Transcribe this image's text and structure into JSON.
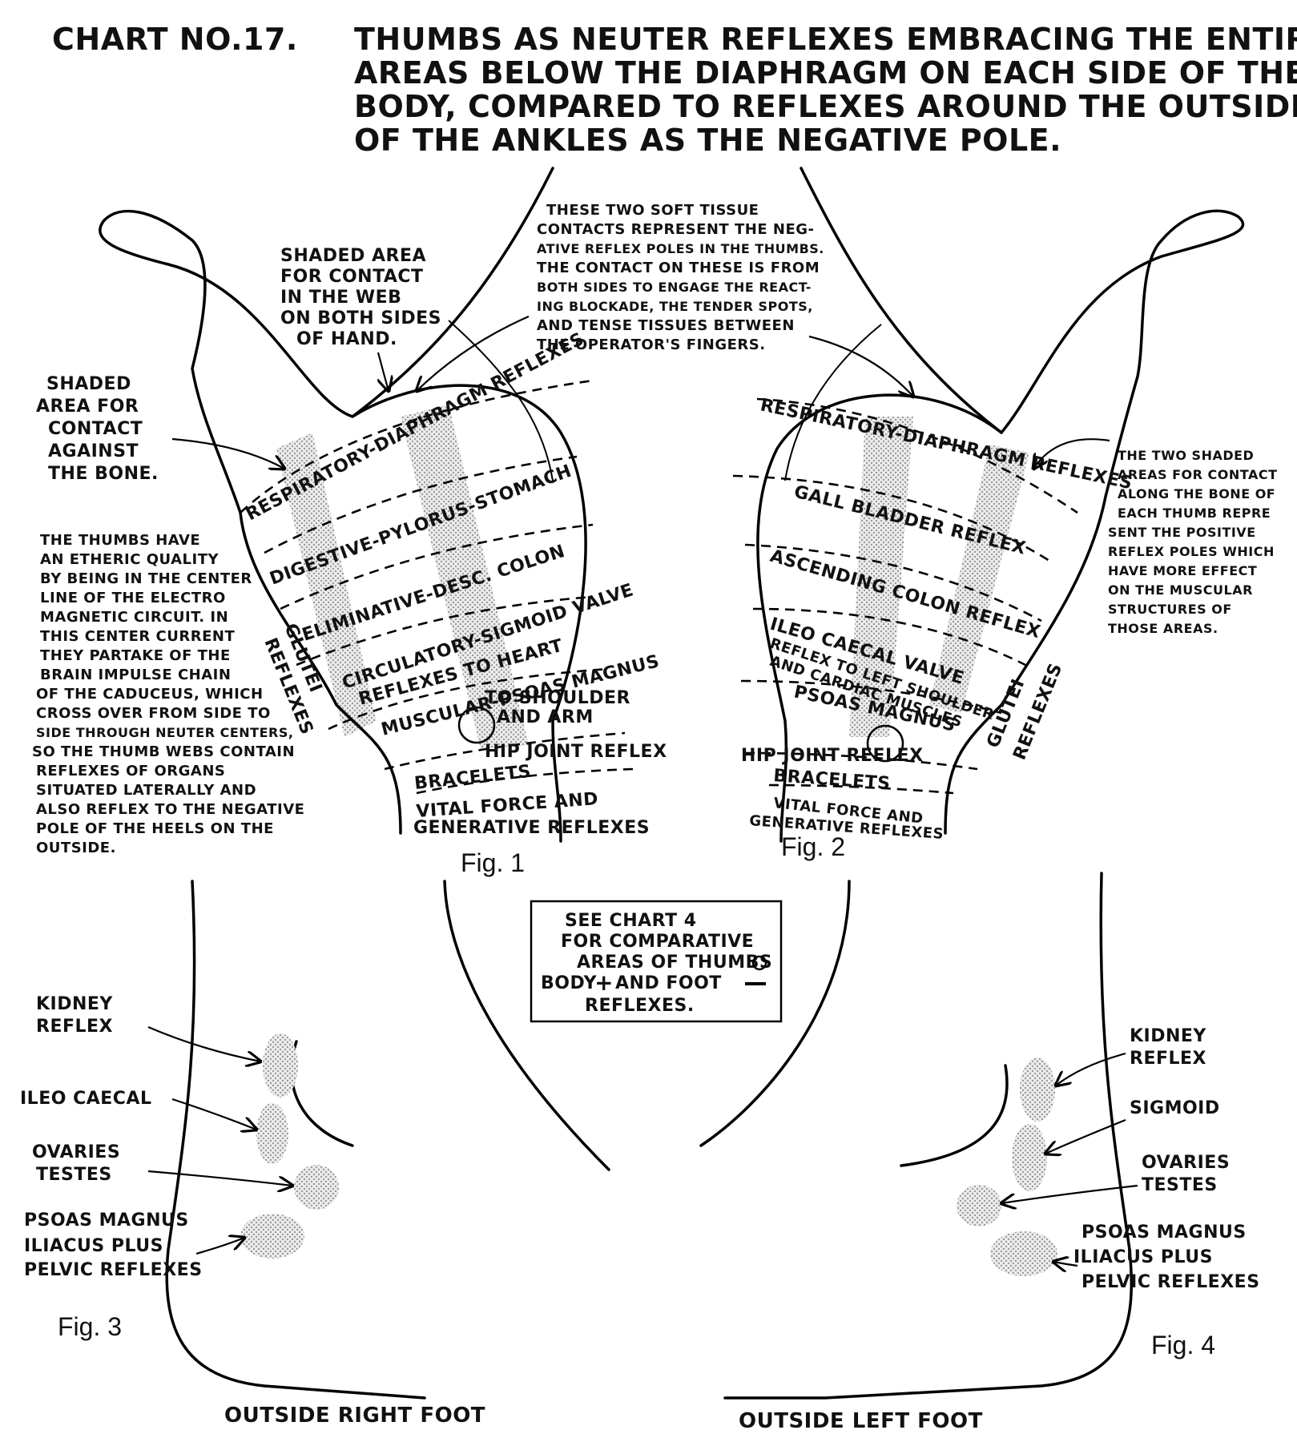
{
  "header": {
    "chart_no": "CHART NO.17.",
    "title_lines": [
      "THUMBS AS NEUTER REFLEXES EMBRACING THE ENTIRE",
      "AREAS BELOW THE DIAPHRAGM ON EACH SIDE OF THE",
      "BODY, COMPARED TO REFLEXES AROUND THE OUTSIDE",
      "OF THE ANKLES AS THE NEGATIVE POLE."
    ]
  },
  "fig1": {
    "caption": "Fig. 1",
    "web_note": [
      "SHADED AREA",
      "FOR CONTACT",
      "IN THE WEB",
      "ON BOTH SIDES",
      "OF HAND."
    ],
    "bone_note": [
      "SHADED",
      "AREA FOR",
      "CONTACT",
      "AGAINST",
      "THE BONE."
    ],
    "thumb_note": [
      "THE THUMBS HAVE",
      "AN ETHERIC QUALITY",
      "BY BEING IN THE CENTER",
      "LINE OF THE ELECTRO",
      "MAGNETIC CIRCUIT. IN",
      "THIS CENTER CURRENT",
      "THEY PARTAKE OF THE",
      "BRAIN IMPULSE CHAIN",
      "OF THE CADUCEUS, WHICH",
      "CROSS OVER FROM SIDE TO",
      "SIDE THROUGH NEUTER CENTERS,",
      "SO THE THUMB WEBS CONTAIN",
      "REFLEXES OF ORGANS",
      "SITUATED LATERALLY AND",
      "ALSO REFLEX TO THE NEGATIVE",
      "POLE OF THE HEELS ON THE",
      "OUTSIDE."
    ],
    "zones": [
      "RESPIRATORY-DIAPHRAGM REFLEXES",
      "DIGESTIVE-PYLORUS-STOMACH",
      "ELIMINATIVE-DESC. COLON",
      "CIRCULATORY-SIGMOID VALVE",
      "REFLEXES TO HEART",
      "MUSCULAR-PSOAS MAGNUS",
      "TO SHOULDER",
      "AND ARM",
      "HIP JOINT REFLEX",
      "BRACELETS",
      "VITAL FORCE AND",
      "GENERATIVE REFLEXES"
    ],
    "glutei": [
      "GLUTEI",
      "REFLEXES"
    ]
  },
  "fig2": {
    "caption": "Fig. 2",
    "soft_tissue_note": [
      "THESE TWO SOFT TISSUE",
      "CONTACTS REPRESENT THE NEG-",
      "ATIVE REFLEX POLES IN THE THUMBS.",
      "THE CONTACT ON THESE IS FROM",
      "BOTH SIDES TO ENGAGE THE REACT-",
      "ING BLOCKADE, THE TENDER SPOTS,",
      "AND TENSE TISSUES BETWEEN",
      "THE OPERATOR'S FINGERS."
    ],
    "positive_note": [
      "THE TWO SHADED",
      "AREAS FOR CONTACT",
      "ALONG THE BONE OF",
      "EACH THUMB REPRE",
      "SENT THE POSITIVE",
      "REFLEX POLES WHICH",
      "HAVE MORE EFFECT",
      "ON THE MUSCULAR",
      "STRUCTURES OF",
      "THOSE AREAS."
    ],
    "zones": [
      "RESPIRATORY-DIAPHRAGM REFLEXES",
      "GALL BLADDER REFLEX",
      "ASCENDING COLON REFLEX",
      "ILEO CAECAL VALVE",
      "REFLEX TO LEFT SHOULDER",
      "AND CARDIAC MUSCLES",
      "PSOAS MAGNUS",
      "HIP JOINT REFLEX",
      "BRACELETS",
      "VITAL FORCE AND",
      "GENERATIVE REFLEXES"
    ],
    "glutei": [
      "GLUTEI",
      "REFLEXES"
    ]
  },
  "see_chart": [
    "SEE CHART 4",
    "FOR COMPARATIVE",
    "AREAS OF THUMBS",
    "BODY",
    "AND FOOT",
    "REFLEXES."
  ],
  "fig3": {
    "caption": "Fig. 3",
    "bottom": "OUTSIDE RIGHT FOOT",
    "labels": [
      [
        "KIDNEY",
        "REFLEX"
      ],
      [
        "ILEO CAECAL"
      ],
      [
        "OVARIES",
        "TESTES"
      ],
      [
        "PSOAS MAGNUS",
        "ILIACUS PLUS",
        "PELVIC REFLEXES"
      ]
    ]
  },
  "fig4": {
    "caption": "Fig. 4",
    "bottom": "OUTSIDE LEFT FOOT",
    "labels": [
      [
        "KIDNEY",
        "REFLEX"
      ],
      [
        "SIGMOID"
      ],
      [
        "OVARIES",
        "TESTES"
      ],
      [
        "PSOAS MAGNUS",
        "ILIACUS PLUS",
        "PELVIC REFLEXES"
      ]
    ]
  },
  "colors": {
    "ink": "#111111",
    "shade": "#c9c9c9",
    "paper": "#ffffff"
  }
}
